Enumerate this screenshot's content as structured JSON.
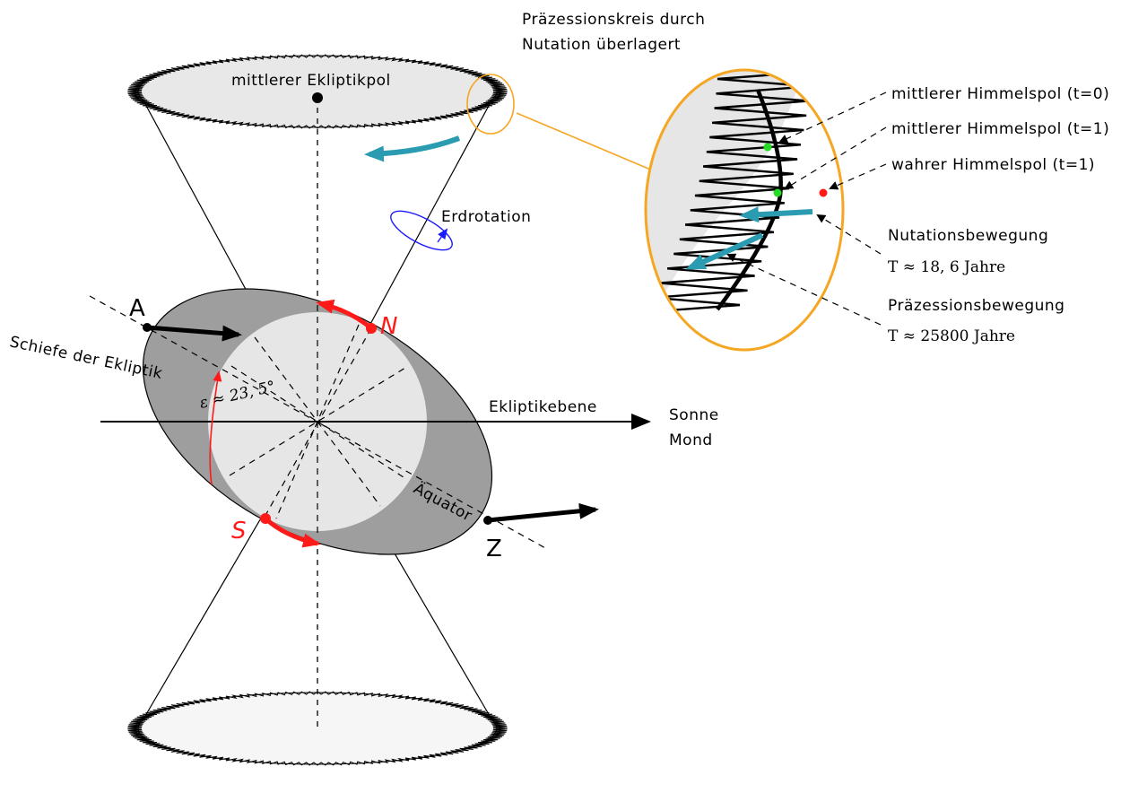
{
  "labels": {
    "precession_title_line1": "Präzessionskreis durch",
    "precession_title_line2": "Nutation überlagert",
    "mean_ecliptic_pole": "mittlerer Ekliptikpol",
    "earth_rotation": "Erdrotation",
    "obliquity": "Schiefe der Ekliptik",
    "epsilon": "ε ≈ 23, 5°",
    "ecliptic_plane": "Ekliptikebene",
    "sun": "Sonne",
    "moon": "Mond",
    "equator": "Äquator",
    "point_a": "A",
    "point_z": "Z",
    "point_n": "N",
    "point_s": "S",
    "mean_pole_t0": "mittlerer Himmelspol (t=0)",
    "mean_pole_t1": "mittlerer Himmelspol (t=1)",
    "true_pole_t1": "wahrer Himmelspol (t=1)",
    "nutation_motion": "Nutationsbewegung",
    "nutation_period": "T ≈ 18, 6 Jahre",
    "precession_motion": "Präzessionsbewegung",
    "precession_period": "T ≈ 25800 Jahre"
  },
  "colors": {
    "earth_outer": "#9e9e9e",
    "earth_inner": "#e6e6e6",
    "cone_disk": "#e8e8e8",
    "precession_arrow": "#2a9bb0",
    "zoom_outline": "#f5a623",
    "pole_marker": "#ff1a1a",
    "mean_pole_dot": "#22dd22",
    "rotation_arrow": "#1a1aff"
  }
}
